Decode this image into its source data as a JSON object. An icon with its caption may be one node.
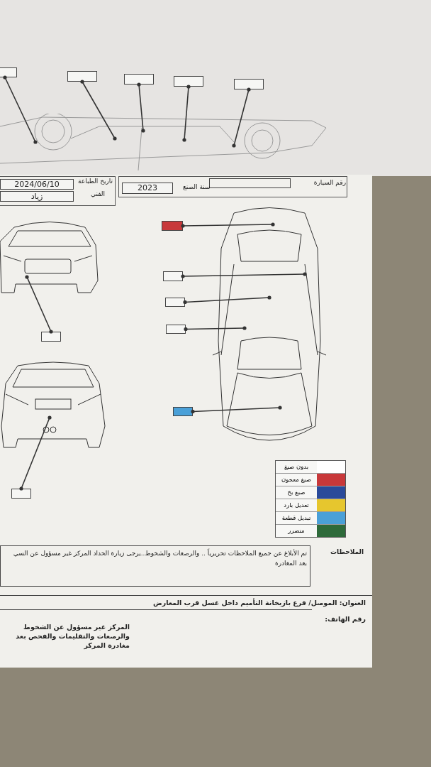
{
  "diagram": {
    "nodes": [
      {
        "text": [],
        "shape": "box"
      },
      {
        "text": [],
        "shape": "box"
      },
      {
        "text": [],
        "shape": "box"
      },
      {
        "text": [],
        "shape": "box"
      },
      {
        "text": [],
        "shape": "box"
      },
      {
        "text": [],
        "shape": "picture"
      },
      {
        "text": [],
        "shape": "picture"
      },
      {
        "text": [],
        "shape": "picture"
      },
      {
        "text": [],
        "shape": "picture"
      },
      {
        "text": [],
        "shape": "box"
      },
      {
        "text": [],
        "shape": "box"
      },
      {
        "text": [],
        "shape": "box"
      },
      {
        "text": [],
        "shape": "box"
      },
      {
        "text": [],
        "shape": "box"
      },
      {
        "text": [],
        "shape": "box"
      },
      {
        "text": [],
        "shape": "box"
      }
    ],
    "edges": [
      {
        "from": 0,
        "to": 5,
        "arrow": "other"
      },
      {
        "from": 1,
        "to": 5,
        "arrow": "other"
      },
      {
        "from": 2,
        "to": 5,
        "arrow": "other"
      },
      {
        "from": 3,
        "to": 5,
        "arrow": "other"
      },
      {
        "from": 4,
        "to": 5,
        "arrow": "other"
      },
      {
        "from": 9,
        "to": 7,
        "arrow": "other"
      },
      {
        "from": 10,
        "to": 7,
        "arrow": "other"
      },
      {
        "from": 11,
        "to": 7,
        "arrow": "other"
      },
      {
        "from": 12,
        "to": 7,
        "arrow": "other"
      },
      {
        "from": 13,
        "to": 7,
        "arrow": "other"
      },
      {
        "from": 14,
        "to": 6,
        "arrow": "other"
      },
      {
        "from": 15,
        "to": 8,
        "arrow": "other"
      }
    ],
    "labels": [
      "رقم السيارة",
      "سنة الصنع",
      "2023",
      "تاريخ الطباعة",
      "2024/06/10",
      "الفني",
      "زياد",
      "الملاحظات",
      "تم الأبلاغ عن جميع الملاحظات تحريرياً .. والرصعات والشخوط..يرجى زيارة الحداد المركز غير مسؤول عن السي بعد المغادرة",
      "العنوان: الموصل/ فرع بازيخانة التأميم داخل غسل قرب المعارض",
      "رقم الهاتف:",
      "المركز غير مسؤول عن الشخوط والرصعات والتقليمات والفحص بعد مغادرة المركز"
    ],
    "legend": [
      {
        "text": "بدون صبغ",
        "color": "#ffffff"
      },
      {
        "text": "صبغ معجون",
        "color": "#c8383a"
      },
      {
        "text": "صبغ بخ",
        "color": "#2a4a9a"
      },
      {
        "text": "تعديل بارد",
        "color": "#e6c62e"
      },
      {
        "text": "تبديل قطعة",
        "color": "#4aa0d8"
      },
      {
        "text": "متضرر",
        "color": "#2e6a3a"
      }
    ]
  }
}
